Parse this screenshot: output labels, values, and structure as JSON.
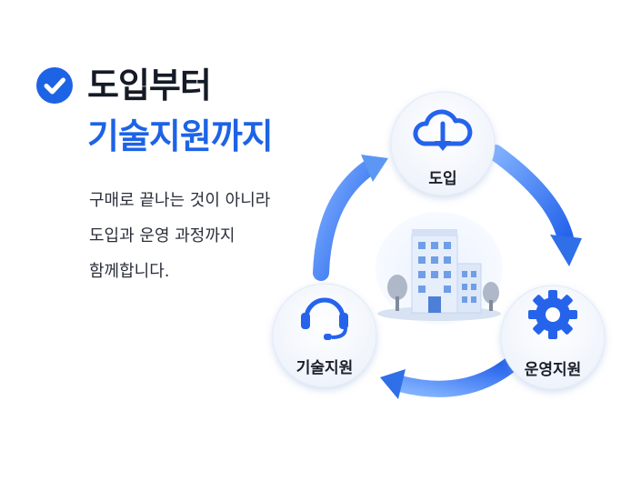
{
  "heading": {
    "line1": "도입부터",
    "line2": "기술지원까지"
  },
  "description": [
    "구매로 끝나는 것이 아니라",
    "도입과 운영 과정까지",
    "함께합니다."
  ],
  "nodes": {
    "top": {
      "label": "도입",
      "icon": "cloud-download-icon"
    },
    "right": {
      "label": "운영지원",
      "icon": "gear-icon"
    },
    "left": {
      "label": "기술지원",
      "icon": "headset-icon"
    },
    "center": {
      "icon": "building-icon"
    }
  },
  "colors": {
    "accent": "#1d63e6",
    "text": "#141a26",
    "arrow": "#3b82f6"
  }
}
